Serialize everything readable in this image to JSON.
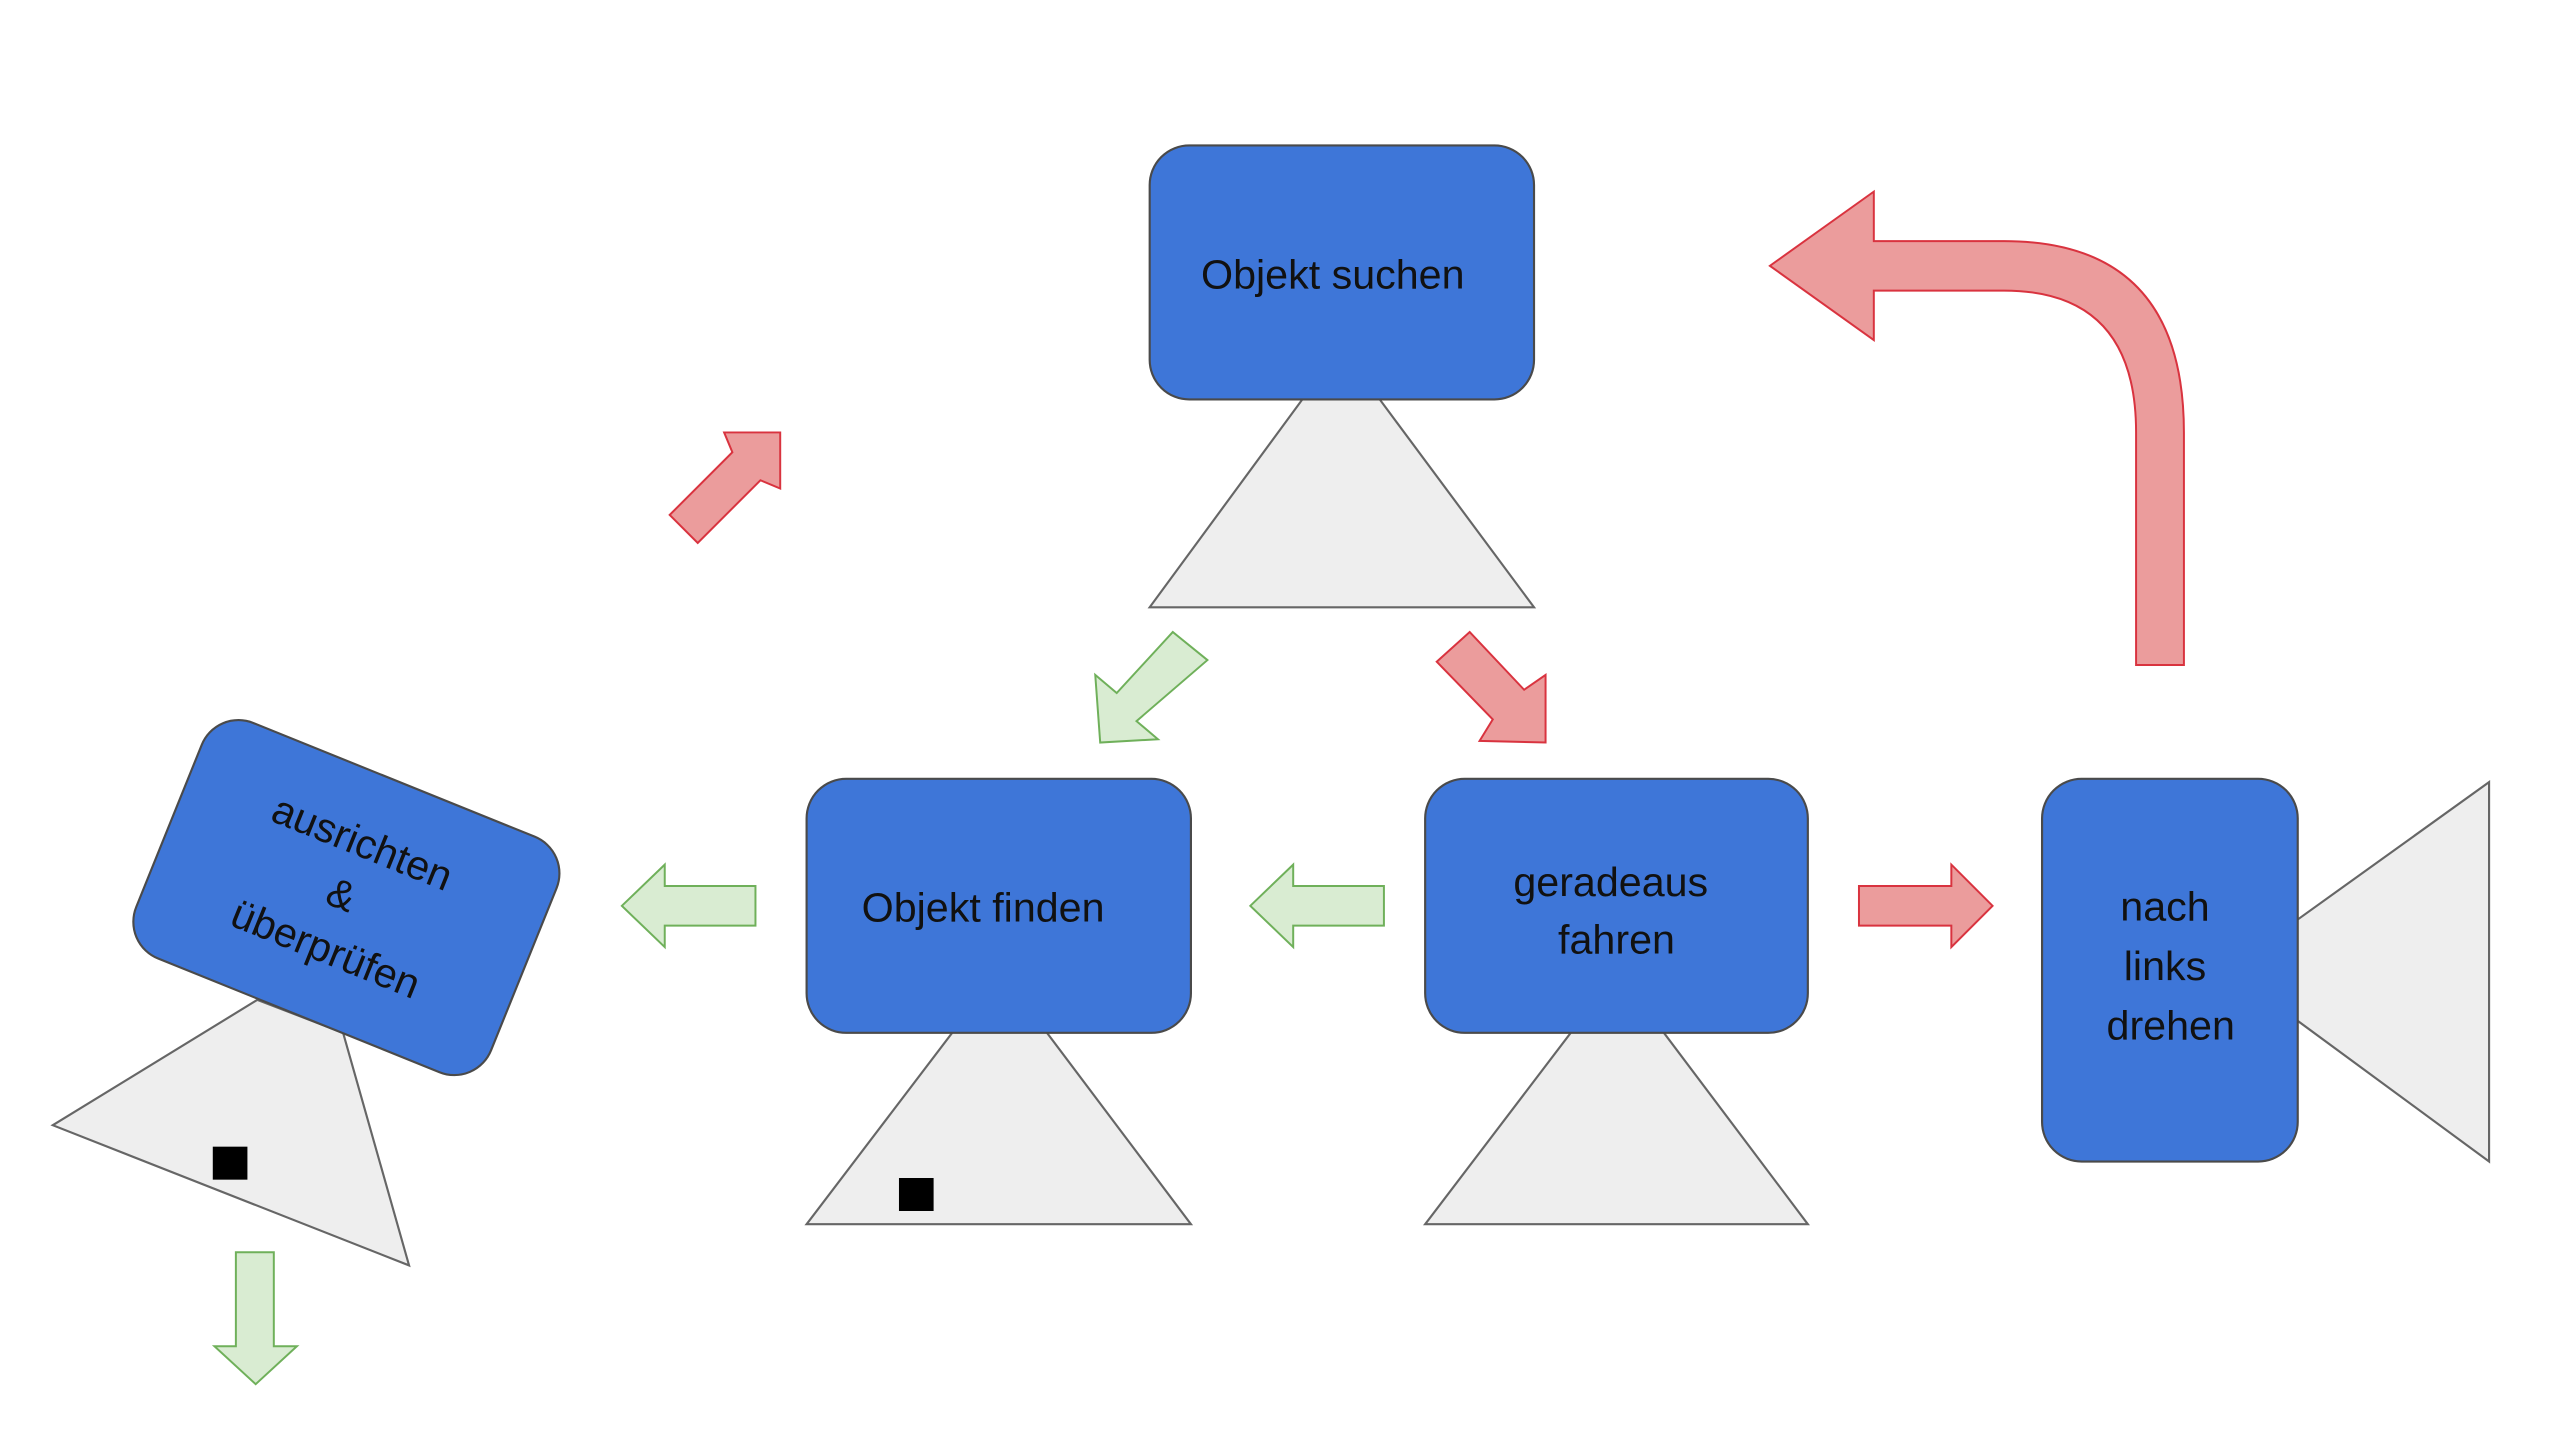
{
  "colors": {
    "box_fill": "#3e76d8",
    "box_stroke": "#4a4a4a",
    "cone_fill": "#eeeeee",
    "cone_stroke": "#666666",
    "green_fill": "#d9ecd2",
    "green_stroke": "#6fb05a",
    "red_fill": "#eb9c9c",
    "red_stroke": "#d9333f",
    "text": "#111111",
    "object_marker": "#000000"
  },
  "states": {
    "search": {
      "label": "Objekt suchen"
    },
    "find": {
      "label": "Objekt finden"
    },
    "drive": {
      "line1": "geradeaus",
      "line2": "fahren"
    },
    "turn": {
      "line1": "nach",
      "line2": "links",
      "line3": "drehen"
    },
    "align": {
      "line1": "ausrichten",
      "line2": "&",
      "line3": "überprüfen"
    }
  }
}
